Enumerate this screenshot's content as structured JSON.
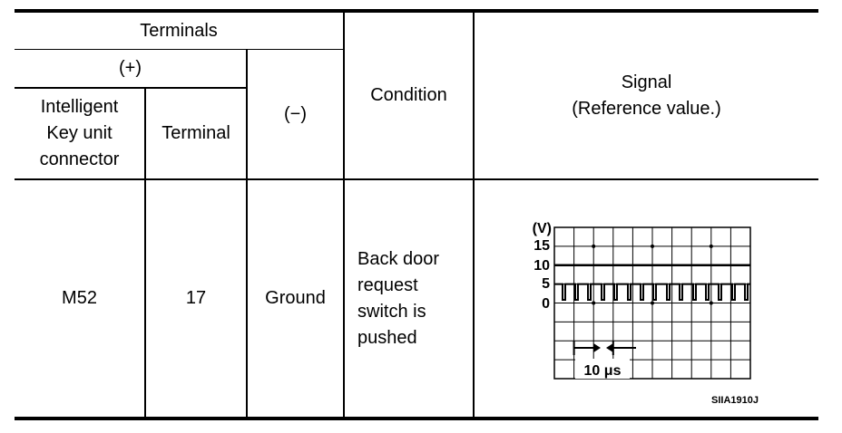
{
  "table": {
    "header": {
      "terminals": "Terminals",
      "plus": "(+)",
      "minus": "(−)",
      "connector": "Intelligent\nKey unit\nconnector",
      "terminal": "Terminal",
      "condition": "Condition",
      "signal": "Signal\n(Reference value.)"
    },
    "row": {
      "connector": "M52",
      "terminal": "17",
      "minus": "Ground",
      "condition": "Back door\nrequest\nswitch is\npushed"
    }
  },
  "scope": {
    "unit": "(V)",
    "y_ticks": [
      "15",
      "10",
      "5",
      "0"
    ],
    "time_div": "10 μs",
    "figure_code": "SIIA1910J"
  }
}
